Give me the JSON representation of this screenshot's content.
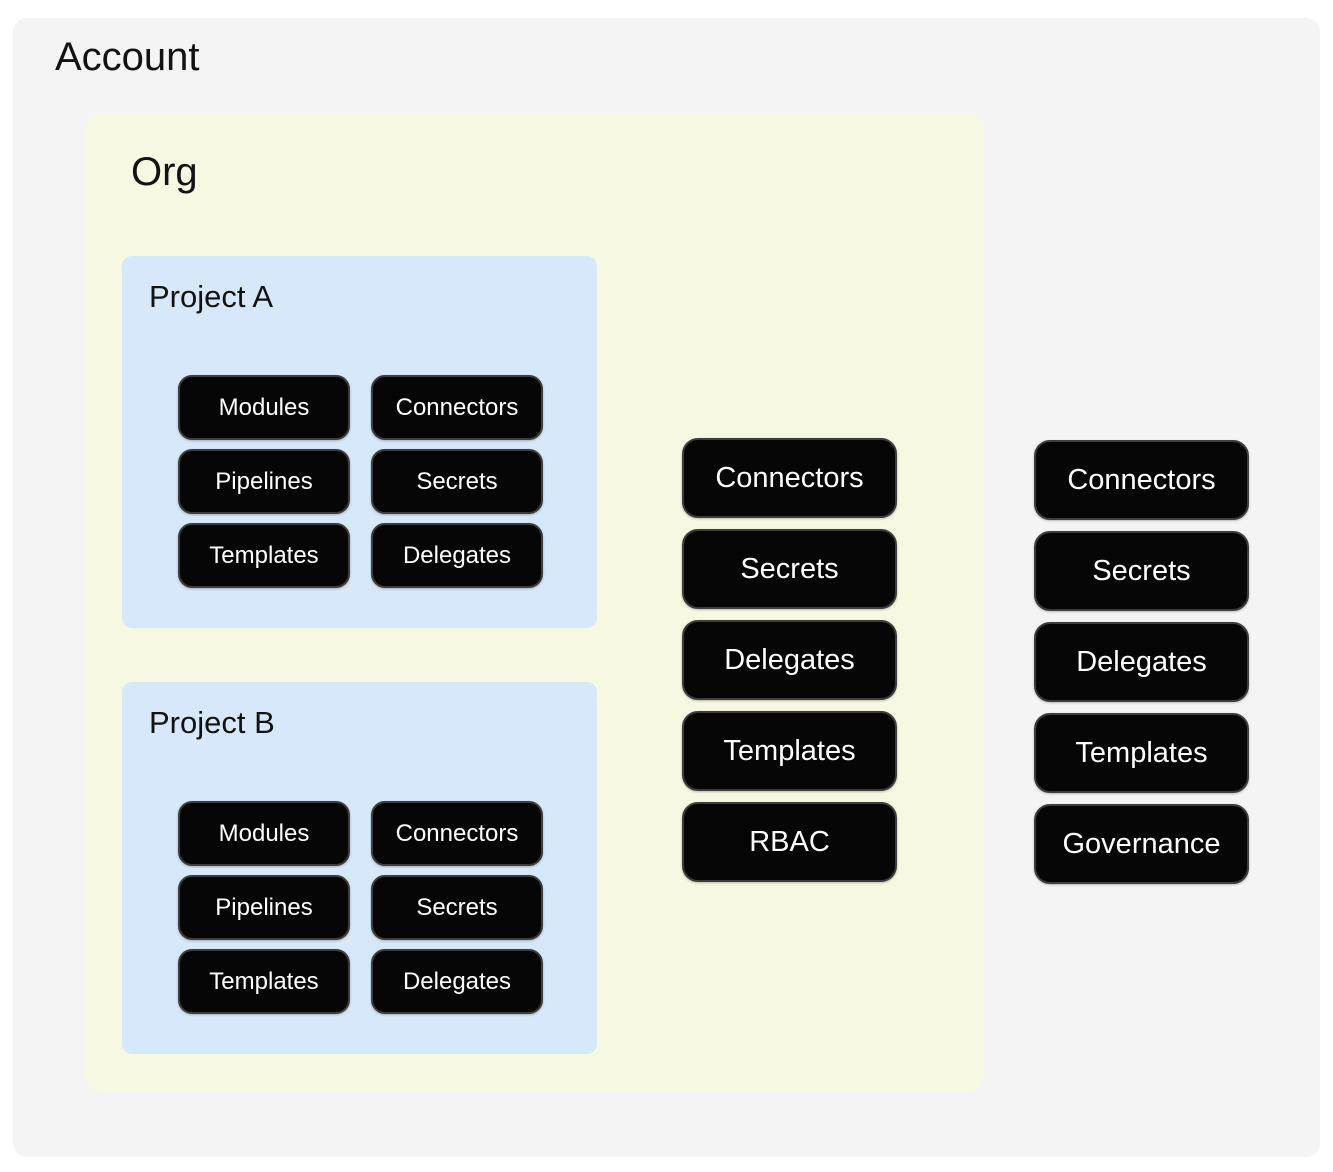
{
  "colors": {
    "page_bg": "#ffffff",
    "account_bg": "#f4f4f4",
    "org_bg": "#f7f8e1",
    "project_bg": "#d7e8fa",
    "pill_bg": "#060606",
    "pill_border": "#3d3d3d",
    "pill_text": "#ffffff",
    "title_text": "#121212"
  },
  "account": {
    "title": "Account",
    "pills": [
      "Connectors",
      "Secrets",
      "Delegates",
      "Templates",
      "Governance"
    ],
    "org": {
      "title": "Org",
      "pills": [
        "Connectors",
        "Secrets",
        "Delegates",
        "Templates",
        "RBAC"
      ],
      "projects": [
        {
          "title": "Project A",
          "pills": [
            "Modules",
            "Connectors",
            "Pipelines",
            "Secrets",
            "Templates",
            "Delegates"
          ]
        },
        {
          "title": "Project B",
          "pills": [
            "Modules",
            "Connectors",
            "Pipelines",
            "Secrets",
            "Templates",
            "Delegates"
          ]
        }
      ]
    }
  }
}
